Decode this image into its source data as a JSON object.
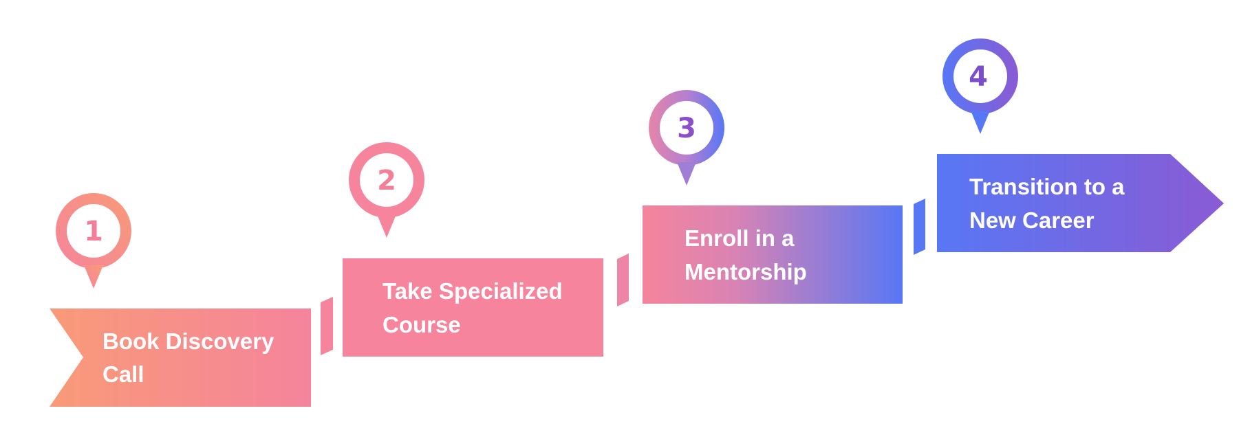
{
  "steps": [
    {
      "number": "1",
      "label_line1": "Book Discovery",
      "label_line2": "Call",
      "number_color": "#f47e98"
    },
    {
      "number": "2",
      "label_line1": "Take Specialized",
      "label_line2": "Course",
      "number_color": "#f47e98"
    },
    {
      "number": "3",
      "label_line1": "Enroll in a",
      "label_line2": "Mentorship",
      "number_color": "#8a4fc9"
    },
    {
      "number": "4",
      "label_line1": "Transition to a",
      "label_line2": "New Career",
      "number_color": "#7a4fc9"
    }
  ],
  "colors": {
    "orange": "#f89a78",
    "pink": "#f5849c",
    "blue": "#5877f5",
    "purple": "#8a5bd4",
    "background": "#ffffff"
  }
}
